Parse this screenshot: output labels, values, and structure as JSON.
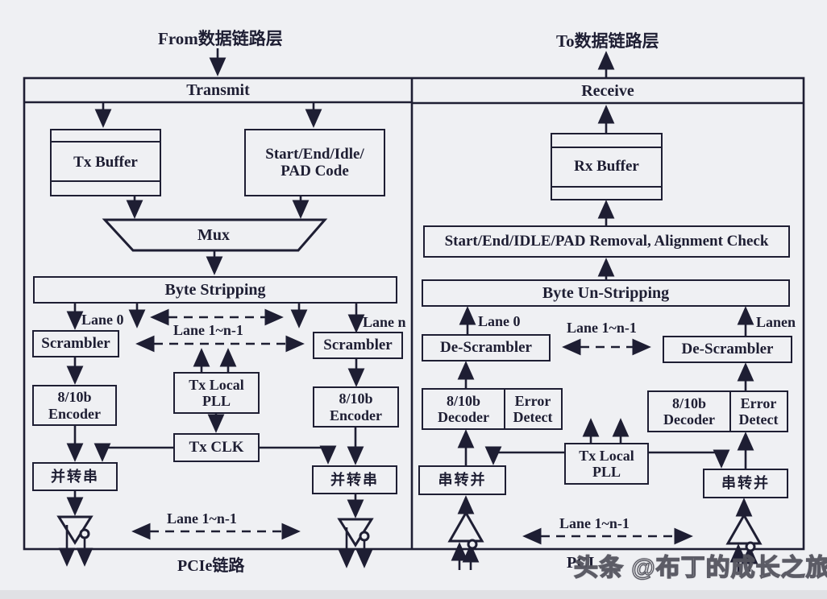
{
  "colors": {
    "ink": "#1e1e33",
    "background": "#eff0f3"
  },
  "top": {
    "from_label": "From数据链路层",
    "to_label": "To数据链路层"
  },
  "transmit": {
    "title": "Transmit",
    "tx_buffer": "Tx Buffer",
    "pad_code_line1": "Start/End/Idle/",
    "pad_code_line2": "PAD Code",
    "mux": "Mux",
    "byte_stripping": "Byte Stripping",
    "scrambler": "Scrambler",
    "lane0": "Lane 0",
    "lane_mid": "Lane 1~n-1",
    "lane_n": "Lane n",
    "encoder_line1": "8/10b",
    "encoder_line2": "Encoder",
    "pll_line1": "Tx Local",
    "pll_line2": "PLL",
    "tx_clk": "Tx CLK",
    "parallel_to_serial": "并转串",
    "lane_bottom": "Lane 1~n-1"
  },
  "receive": {
    "title": "Receive",
    "rx_buffer": "Rx Buffer",
    "removal": "Start/End/IDLE/PAD Removal, Alignment Check",
    "byte_unstripping": "Byte Un-Stripping",
    "descrambler": "De-Scrambler",
    "lane0": "Lane 0",
    "lane_mid": "Lane 1~n-1",
    "lane_n": "Lanen",
    "decoder_line1": "8/10b",
    "decoder_line2": "Decoder",
    "error_line1": "Error",
    "error_line2": "Detect",
    "pll_line1": "Tx Local",
    "pll_line2": "PLL",
    "serial_to_parallel": "串转并",
    "lane_bottom": "Lane 1~n-1"
  },
  "footer": {
    "pcie_link_label": "PCIe链路",
    "pci_label": "PCI",
    "watermark": "头条 @布丁的成长之旅"
  }
}
